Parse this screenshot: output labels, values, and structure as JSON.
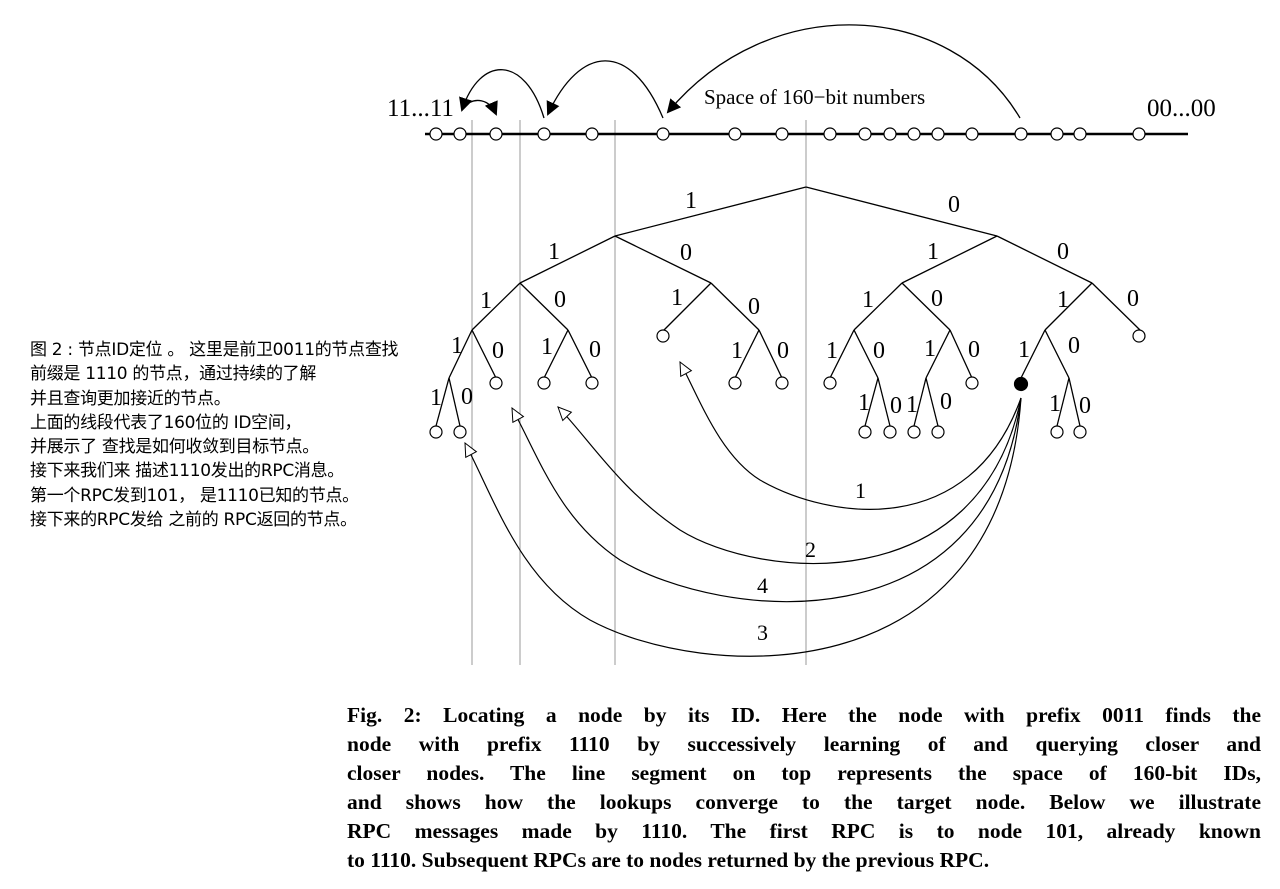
{
  "diagram": {
    "left_label": "11...11",
    "right_label": "00...00",
    "space_label": "Space of 160−bit numbers",
    "tree": {
      "root": {
        "left_bit": "1",
        "right_bit": "0"
      },
      "levels": [
        [
          "1",
          "0",
          "1",
          "0"
        ],
        [
          "1",
          "0",
          "1",
          "0",
          "1",
          "0",
          "1",
          "0"
        ],
        [
          "1",
          "0",
          "1",
          "0",
          "1",
          "0",
          "1",
          "0",
          "1",
          "0",
          "1",
          "0"
        ],
        [
          "1",
          "0",
          "1",
          "0",
          "1",
          "0",
          "1",
          "0"
        ]
      ]
    },
    "rpc_labels": [
      "1",
      "2",
      "4",
      "3"
    ]
  },
  "cn_note": {
    "lines": [
      "图 2 : 节点ID定位 。 这里是前卫0011的节点查找",
      "前缀是 1110 的节点，通过持续的了解",
      "并且查询更加接近的节点。",
      "上面的线段代表了160位的 ID空间，",
      "并展示了 查找是如何收敛到目标节点。",
      "接下来我们来 描述1110发出的RPC消息。",
      "第一个RPC发到101， 是1110已知的节点。",
      "接下来的RPC发给 之前的 RPC返回的节点。"
    ]
  },
  "caption": {
    "lines": [
      "Fig. 2: Locating a node by its ID. Here the node with prefix 0011 finds the",
      "node with prefix 1110 by successively learning of and querying closer and",
      "closer nodes. The line segment on top represents the space of 160-bit IDs,",
      "and shows how the lookups converge to the target node. Below we illustrate",
      "RPC messages made by 1110. The first RPC is to node 101, already known",
      "to 1110. Subsequent RPCs are to nodes returned by the previous RPC."
    ]
  }
}
